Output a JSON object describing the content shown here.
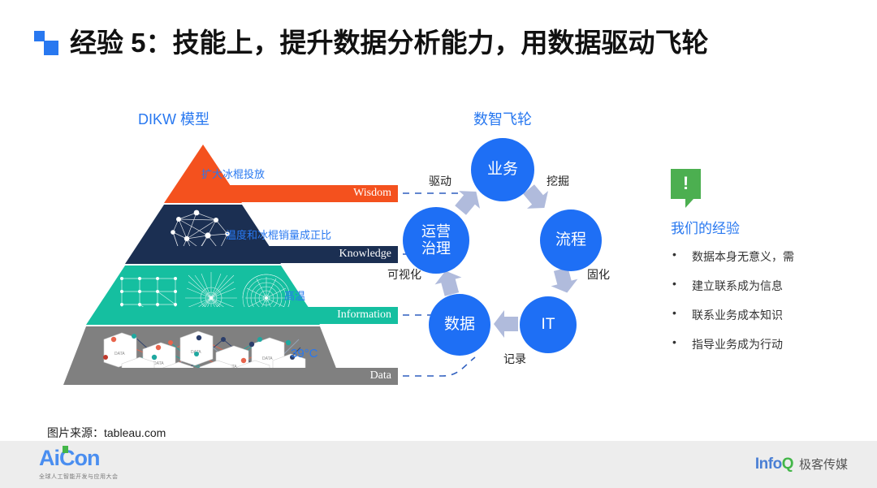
{
  "header": {
    "title": "经验 5：技能上，提升数据分析能力，用数据驱动飞轮",
    "bullet_color": "#2878F0"
  },
  "dikw": {
    "title": "DIKW 模型",
    "layers": [
      {
        "en": "Wisdom",
        "cn": "扩大冰棍投放",
        "color": "#F4511E"
      },
      {
        "en": "Knowledge",
        "cn": "温度和冰棍销量成正比",
        "color": "#1B2F52"
      },
      {
        "en": "Information",
        "cn": "高温",
        "color": "#15BFA0"
      },
      {
        "en": "Data",
        "cn": "39°C",
        "color": "#808080"
      }
    ],
    "box_label": "DATA"
  },
  "flywheel": {
    "title": "数智飞轮",
    "nodes": [
      {
        "id": "business",
        "label": "业务"
      },
      {
        "id": "process",
        "label": "流程"
      },
      {
        "id": "it",
        "label": "IT"
      },
      {
        "id": "data",
        "label": "数据"
      },
      {
        "id": "ops_line1",
        "label": "运营"
      },
      {
        "id": "ops_line2",
        "label": "治理"
      }
    ],
    "edge_labels": {
      "drive": "驱动",
      "mine": "挖掘",
      "solidify": "固化",
      "record": "记录",
      "visualize": "可视化"
    },
    "node_color": "#1E6FF5",
    "arrow_color": "#B0BBDC"
  },
  "experience": {
    "icon": "exclamation-callout-icon",
    "icon_color": "#4CAF50",
    "heading": "我们的经验",
    "items": [
      "数据本身无意义，需",
      "建立联系成为信息",
      "联系业务成本知识",
      "指导业务成为行动"
    ]
  },
  "source_note": "图片来源：tableau.com",
  "footer": {
    "aicon_wordmark": "AiCon",
    "aicon_subtitle": "全球人工智能开发与应用大会",
    "infoq_info": "Info",
    "infoq_q": "Q",
    "infoq_cn": "极客传媒"
  }
}
